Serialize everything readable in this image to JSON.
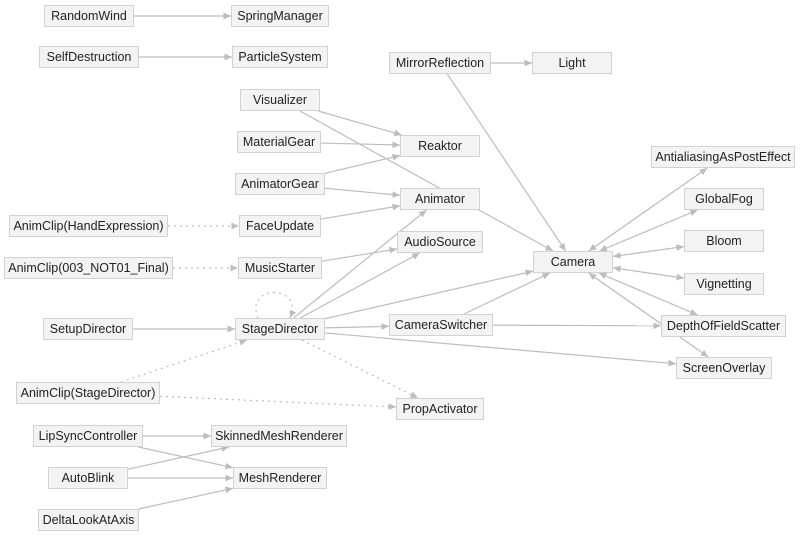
{
  "nodes": {
    "RandomWind": "RandomWind",
    "SpringManager": "SpringManager",
    "SelfDestruction": "SelfDestruction",
    "ParticleSystem": "ParticleSystem",
    "MirrorReflection": "MirrorReflection",
    "Light": "Light",
    "Visualizer": "Visualizer",
    "MaterialGear": "MaterialGear",
    "Reaktor": "Reaktor",
    "AnimatorGear": "AnimatorGear",
    "Animator": "Animator",
    "AnimClipHand": "AnimClip(HandExpression)",
    "FaceUpdate": "FaceUpdate",
    "AudioSource": "AudioSource",
    "AnimClip003": "AnimClip(003_NOT01_Final)",
    "MusicStarter": "MusicStarter",
    "Camera": "Camera",
    "AntialiasingAsPostEffect": "AntialiasingAsPostEffect",
    "GlobalFog": "GlobalFog",
    "Bloom": "Bloom",
    "Vignetting": "Vignetting",
    "SetupDirector": "SetupDirector",
    "StageDirector": "StageDirector",
    "CameraSwitcher": "CameraSwitcher",
    "DepthOfFieldScatter": "DepthOfFieldScatter",
    "ScreenOverlay": "ScreenOverlay",
    "AnimClipStage": "AnimClip(StageDirector)",
    "PropActivator": "PropActivator",
    "LipSyncController": "LipSyncController",
    "SkinnedMeshRenderer": "SkinnedMeshRenderer",
    "AutoBlink": "AutoBlink",
    "MeshRenderer": "MeshRenderer",
    "DeltaLookAtAxis": "DeltaLookAtAxis"
  },
  "edges": [
    {
      "from": "RandomWind",
      "to": "SpringManager",
      "style": "solid"
    },
    {
      "from": "SelfDestruction",
      "to": "ParticleSystem",
      "style": "solid"
    },
    {
      "from": "MirrorReflection",
      "to": "Light",
      "style": "solid"
    },
    {
      "from": "MirrorReflection",
      "to": "Camera",
      "style": "solid"
    },
    {
      "from": "Visualizer",
      "to": "Reaktor",
      "style": "solid"
    },
    {
      "from": "Visualizer",
      "to": "Camera",
      "style": "solid"
    },
    {
      "from": "MaterialGear",
      "to": "Reaktor",
      "style": "solid"
    },
    {
      "from": "AnimatorGear",
      "to": "Reaktor",
      "style": "solid"
    },
    {
      "from": "AnimatorGear",
      "to": "Animator",
      "style": "solid"
    },
    {
      "from": "AnimClipHand",
      "to": "FaceUpdate",
      "style": "dotted"
    },
    {
      "from": "FaceUpdate",
      "to": "Animator",
      "style": "solid"
    },
    {
      "from": "AnimClip003",
      "to": "MusicStarter",
      "style": "dotted"
    },
    {
      "from": "MusicStarter",
      "to": "AudioSource",
      "style": "solid"
    },
    {
      "from": "SetupDirector",
      "to": "StageDirector",
      "style": "solid"
    },
    {
      "from": "StageDirector",
      "to": "StageDirector",
      "style": "dotted"
    },
    {
      "from": "StageDirector",
      "to": "Animator",
      "style": "solid"
    },
    {
      "from": "StageDirector",
      "to": "AudioSource",
      "style": "solid"
    },
    {
      "from": "StageDirector",
      "to": "Camera",
      "style": "solid"
    },
    {
      "from": "StageDirector",
      "to": "CameraSwitcher",
      "style": "solid"
    },
    {
      "from": "StageDirector",
      "to": "ScreenOverlay",
      "style": "solid"
    },
    {
      "from": "StageDirector",
      "to": "PropActivator",
      "style": "dotted"
    },
    {
      "from": "AnimClipStage",
      "to": "StageDirector",
      "style": "dotted"
    },
    {
      "from": "AnimClipStage",
      "to": "PropActivator",
      "style": "dotted"
    },
    {
      "from": "CameraSwitcher",
      "to": "Camera",
      "style": "solid"
    },
    {
      "from": "CameraSwitcher",
      "to": "DepthOfFieldScatter",
      "style": "solid"
    },
    {
      "from": "AntialiasingAsPostEffect",
      "to": "Camera",
      "style": "solid"
    },
    {
      "from": "Camera",
      "to": "AntialiasingAsPostEffect",
      "style": "dotted"
    },
    {
      "from": "GlobalFog",
      "to": "Camera",
      "style": "solid"
    },
    {
      "from": "Camera",
      "to": "GlobalFog",
      "style": "dotted"
    },
    {
      "from": "Bloom",
      "to": "Camera",
      "style": "solid"
    },
    {
      "from": "Camera",
      "to": "Bloom",
      "style": "dotted"
    },
    {
      "from": "Vignetting",
      "to": "Camera",
      "style": "solid"
    },
    {
      "from": "Camera",
      "to": "Vignetting",
      "style": "dotted"
    },
    {
      "from": "DepthOfFieldScatter",
      "to": "Camera",
      "style": "solid"
    },
    {
      "from": "Camera",
      "to": "DepthOfFieldScatter",
      "style": "dotted"
    },
    {
      "from": "ScreenOverlay",
      "to": "Camera",
      "style": "solid"
    },
    {
      "from": "Camera",
      "to": "ScreenOverlay",
      "style": "dotted"
    },
    {
      "from": "LipSyncController",
      "to": "SkinnedMeshRenderer",
      "style": "solid"
    },
    {
      "from": "LipSyncController",
      "to": "MeshRenderer",
      "style": "solid"
    },
    {
      "from": "AutoBlink",
      "to": "SkinnedMeshRenderer",
      "style": "solid"
    },
    {
      "from": "AutoBlink",
      "to": "MeshRenderer",
      "style": "solid"
    },
    {
      "from": "DeltaLookAtAxis",
      "to": "MeshRenderer",
      "style": "solid"
    }
  ]
}
